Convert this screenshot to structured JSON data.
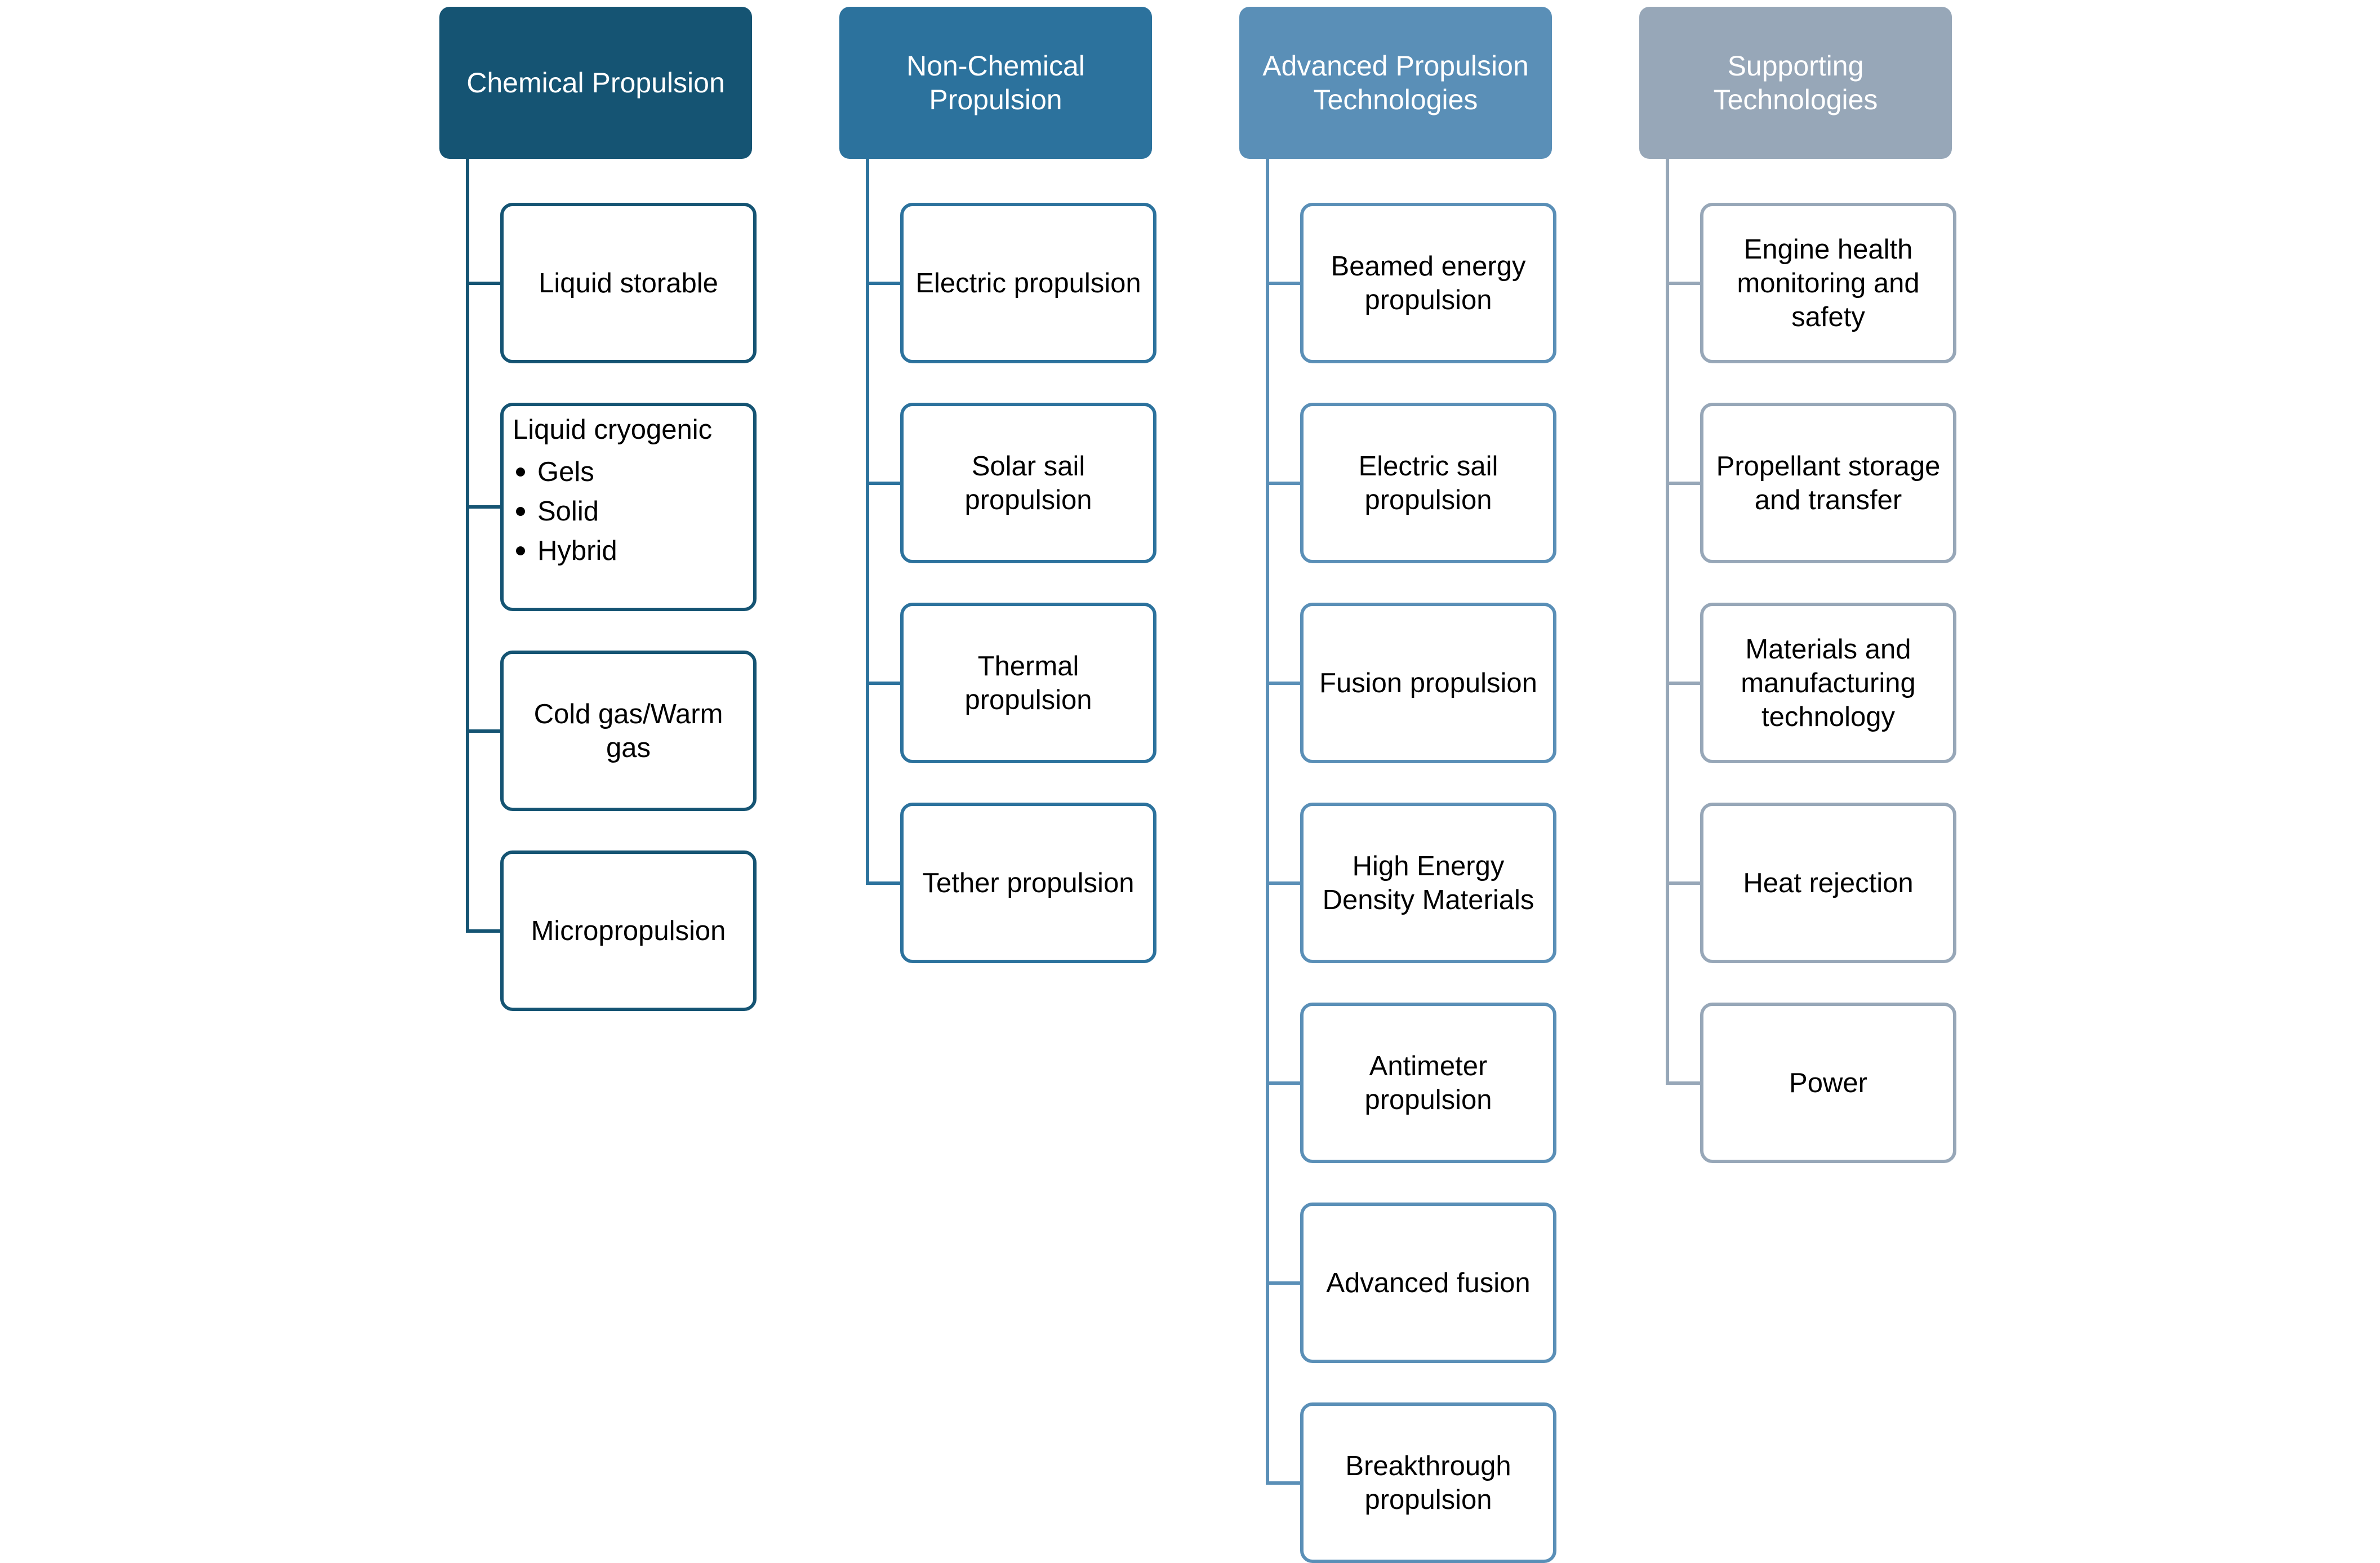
{
  "columns": [
    {
      "title": "Chemical Propulsion",
      "color": "#155473",
      "items": [
        {
          "label": "Liquid storable"
        },
        {
          "label": "Liquid cryogenic",
          "bullets": [
            "Gels",
            "Solid",
            "Hybrid"
          ]
        },
        {
          "label": "Cold gas/Warm\ngas"
        },
        {
          "label": "Micropropulsion"
        }
      ]
    },
    {
      "title": "Non-Chemical\nPropulsion",
      "color": "#2c729d",
      "items": [
        {
          "label": "Electric propulsion"
        },
        {
          "label": "Solar sail\npropulsion"
        },
        {
          "label": "Thermal\npropulsion"
        },
        {
          "label": "Tether propulsion"
        }
      ]
    },
    {
      "title": "Advanced Propulsion\nTechnologies",
      "color": "#5a8fb7",
      "items": [
        {
          "label": "Beamed energy\npropulsion"
        },
        {
          "label": "Electric sail\npropulsion"
        },
        {
          "label": "Fusion propulsion"
        },
        {
          "label": "High Energy\nDensity Materials"
        },
        {
          "label": "Antimeter\npropulsion"
        },
        {
          "label": "Advanced fusion"
        },
        {
          "label": "Breakthrough\npropulsion"
        }
      ]
    },
    {
      "title": "Supporting\nTechnologies",
      "color": "#97a7b8",
      "items": [
        {
          "label": "Engine health\nmonitoring and\nsafety"
        },
        {
          "label": "Propellant storage\nand transfer"
        },
        {
          "label": "Materials and\nmanufacturing\ntechnology"
        },
        {
          "label": "Heat rejection"
        },
        {
          "label": "Power"
        }
      ]
    }
  ]
}
